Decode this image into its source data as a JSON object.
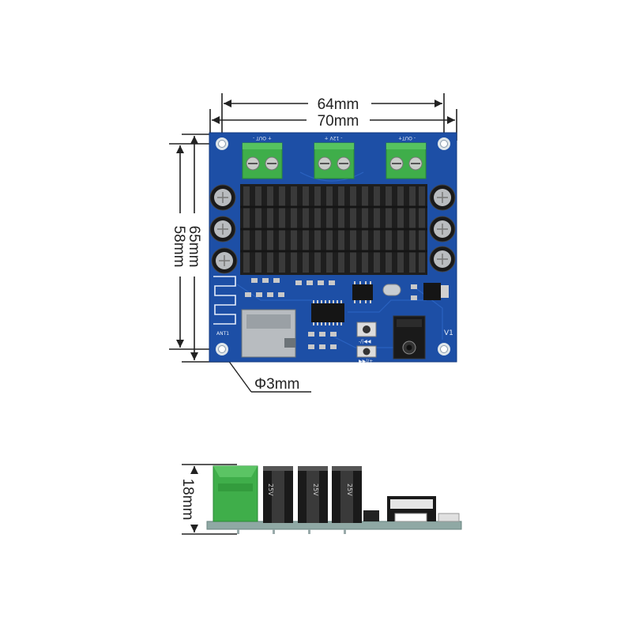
{
  "dimensions": {
    "width_inner": "64mm",
    "width_outer": "70mm",
    "height_outer": "65mm",
    "height_inner": "58mm",
    "hole": "Φ3mm",
    "side_height": "18mm"
  },
  "board_labels": {
    "out_left": "+ OUT -",
    "power": "- 12V +",
    "out_right": "- OUT+",
    "antenna": "ANT1",
    "version": "V1",
    "prev_button": "-/|◀◀",
    "next_button": "▶▶|/+"
  },
  "side_labels": {
    "cap_voltage": "25V"
  },
  "colors": {
    "pcb": "#1d4fa6",
    "pcb_dark": "#153b82",
    "heatsink": "#2a2a2a",
    "terminal": "#3fae4a",
    "side_board": "#8fa8a4",
    "dimension_line": "#222222"
  }
}
